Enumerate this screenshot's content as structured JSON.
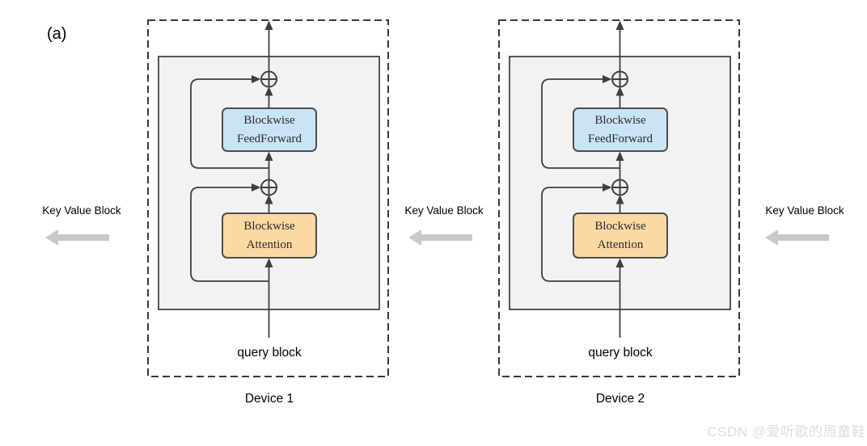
{
  "figure_label": "(a)",
  "watermark": "CSDN @爱听歌的周童鞋",
  "key_value_blocks": [
    {
      "label": "Key Value Block"
    },
    {
      "label": "Key Value Block"
    },
    {
      "label": "Key Value Block"
    }
  ],
  "devices": [
    {
      "name": "Device 1",
      "blocks": {
        "feedforward": "Blockwise FeedForward",
        "attention": "Blockwise Attention"
      },
      "input_label": "query block"
    },
    {
      "name": "Device 2",
      "blocks": {
        "feedforward": "Blockwise FeedForward",
        "attention": "Blockwise Attention"
      },
      "input_label": "query block"
    }
  ],
  "colors": {
    "line": "#3f3f3f",
    "boxborder": "#4d4d4d",
    "inner": "#f2f2f2",
    "innerborder": "#565656",
    "ff": "#c9e4f5",
    "attn": "#fcd9a2",
    "kvarrow": "#c9c9c9",
    "wm": "#dcdcd7"
  }
}
